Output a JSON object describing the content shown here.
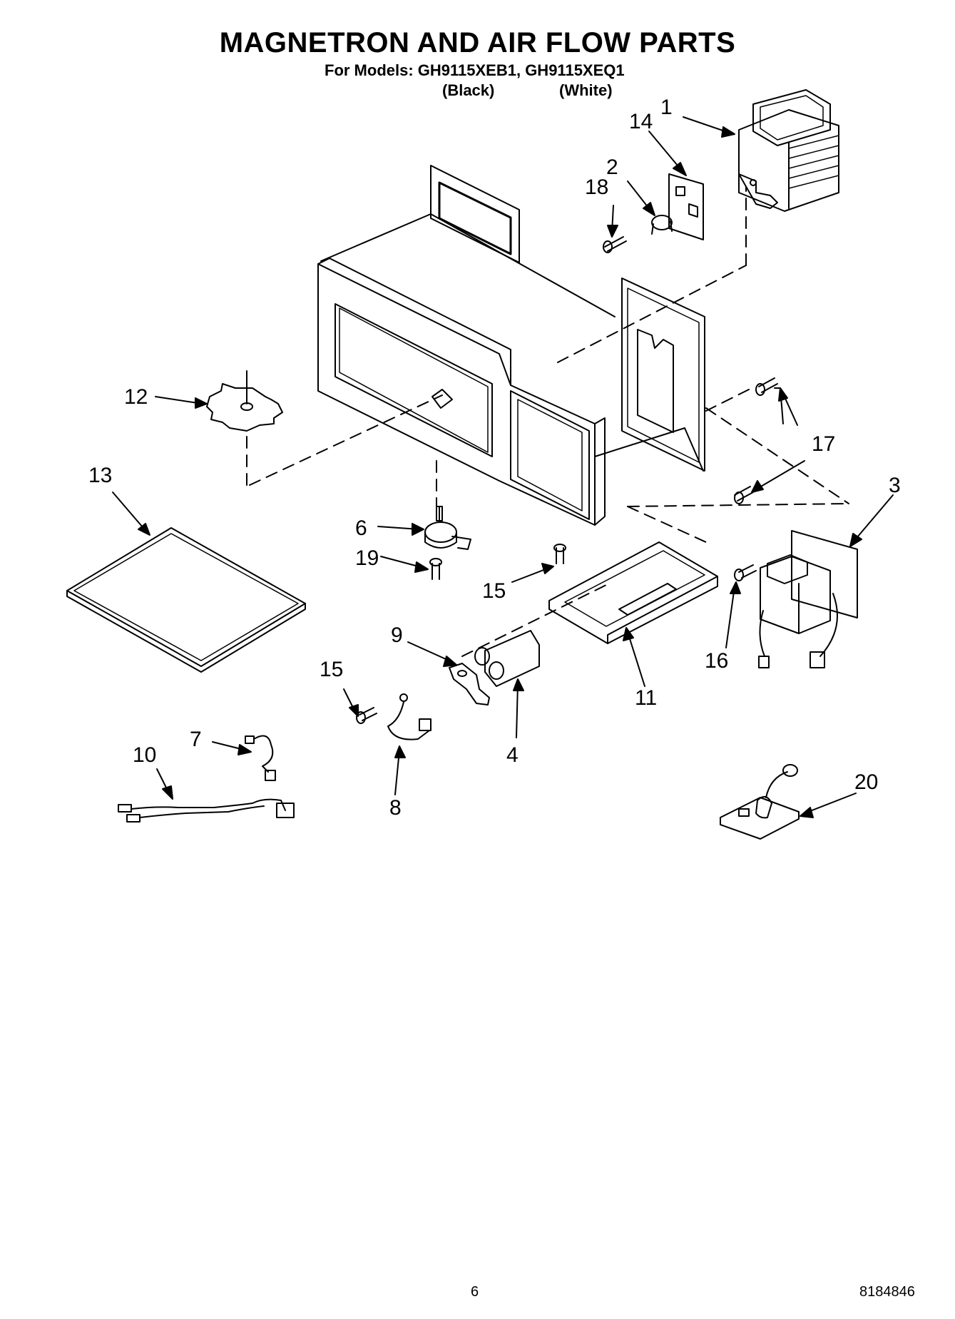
{
  "header": {
    "title": "MAGNETRON AND AIR FLOW PARTS",
    "models_line": "For Models: GH9115XEB1, GH9115XEQ1",
    "variant_black": "(Black)",
    "variant_white": "(White)"
  },
  "callouts": [
    "1",
    "2",
    "3",
    "4",
    "6",
    "7",
    "8",
    "9",
    "10",
    "11",
    "12",
    "13",
    "14",
    "15",
    "15",
    "16",
    "17",
    "17",
    "18",
    "19",
    "20"
  ],
  "footer": {
    "page_number": "6",
    "doc_number": "8184846"
  }
}
